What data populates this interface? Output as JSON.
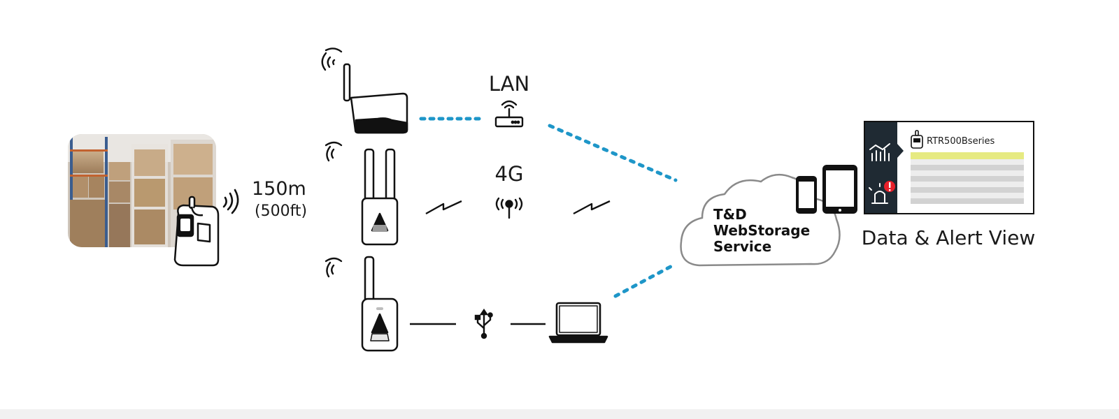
{
  "diagram": {
    "range": {
      "distance": "150m",
      "distance_imperial": "(500ft)"
    },
    "connections": {
      "lan": "LAN",
      "cellular": "4G"
    },
    "cloud": {
      "line1": "T&D",
      "line2": "WebStorage",
      "line3": "Service"
    },
    "view_panel": {
      "device_label": "RTR500Bseries",
      "caption": "Data & Alert View"
    },
    "colors": {
      "dotted_link": "#1e96c8",
      "panel_sidebar": "#1f2a33",
      "highlight_row": "#e6ea82",
      "grey_row": "#d2d2d2",
      "alert_badge": "#e8202a"
    },
    "icons": [
      "warehouse-photo",
      "wireless-data-logger",
      "base-station-lan",
      "lan-router-icon",
      "base-station-4g",
      "cell-tower-icon",
      "base-station-usb",
      "usb-icon",
      "laptop-icon",
      "cloud-icon",
      "smartphone-icon",
      "tablet-icon",
      "chart-icon",
      "alarm-icon"
    ]
  }
}
